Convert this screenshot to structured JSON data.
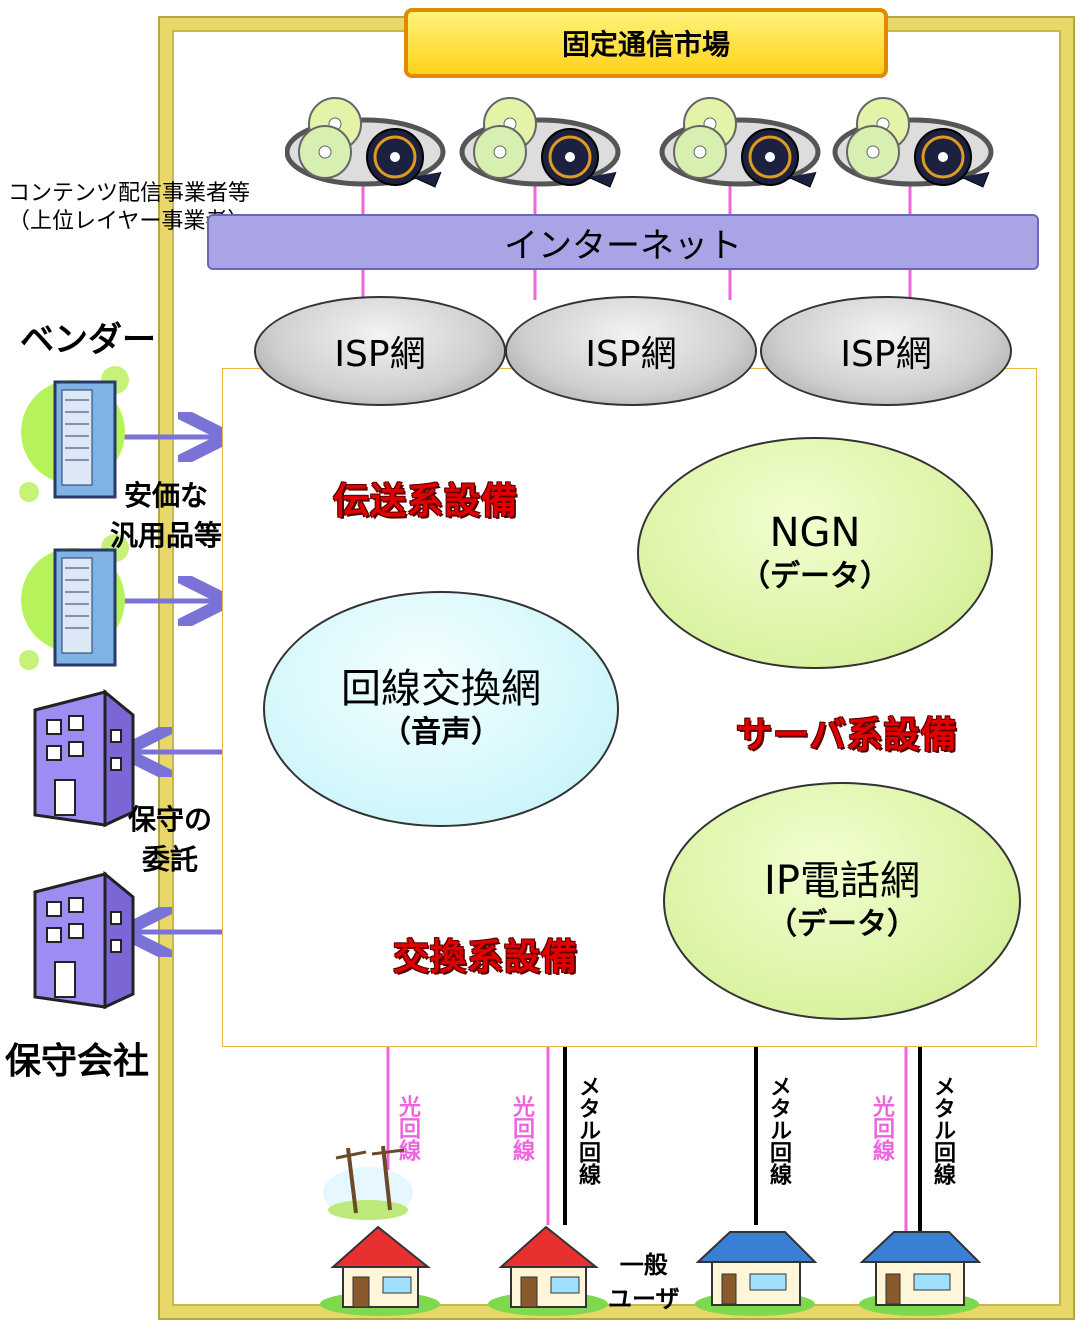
{
  "title": "固定通信市場",
  "content_providers": "コンテンツ配信事業者等\n（上位レイヤー事業者）",
  "internet": "インターネット",
  "isp": [
    "ISP網",
    "ISP網",
    "ISP網"
  ],
  "vendor": "ベンダー",
  "cheap_goods": "安価な\n汎用品等",
  "maintenance_outsource": "保守の\n委託",
  "maintenance_company": "保守会社",
  "transmission_equipment": "伝送系設備",
  "server_equipment": "サーバ系設備",
  "switching_equipment": "交換系設備",
  "ngn": {
    "name": "NGN",
    "sub": "（データ）"
  },
  "circuit": {
    "name": "回線交換網",
    "sub": "（音声）"
  },
  "ip_phone": {
    "name": "IP電話網",
    "sub": "（データ）"
  },
  "fiber_line": "光回線",
  "metal_line": "メタル回線",
  "general_user": "一般\nユーザ",
  "colors": {
    "frame": "#e8d86a",
    "internet": "#a9a4e6",
    "ngn": "#d9f2a0",
    "circuit": "#cff6fb",
    "fiber": "#ee66dd",
    "arrow": "#7a72d6",
    "red": "#e00000"
  }
}
